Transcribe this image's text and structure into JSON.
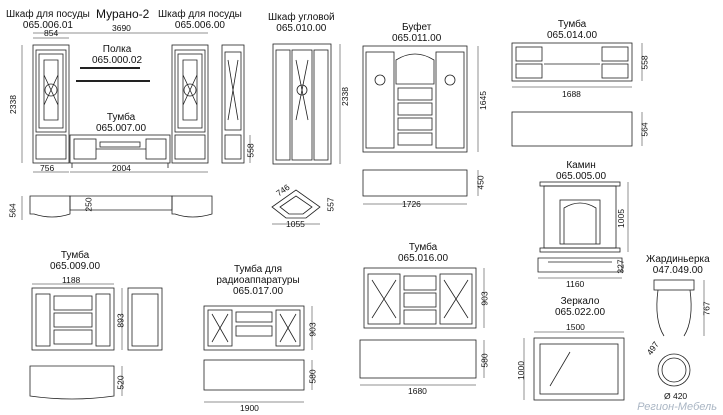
{
  "title": "Мурано-2",
  "items": {
    "shkaf_left": {
      "name": "Шкаф для посуды",
      "code": "065.006.01"
    },
    "shkaf_right": {
      "name": "Шкаф для посуды",
      "code": "065.006.00"
    },
    "polka": {
      "name": "Полка",
      "code": "065.000.02"
    },
    "tumba_tv": {
      "name": "Тумба",
      "code": "065.007.00"
    },
    "shkaf_ugl": {
      "name": "Шкаф угловой",
      "code": "065.010.00"
    },
    "bufet": {
      "name": "Буфет",
      "code": "065.011.00"
    },
    "tumba_014": {
      "name": "Тумба",
      "code": "065.014.00"
    },
    "kamin": {
      "name": "Камин",
      "code": "065.005.00"
    },
    "tumba_009": {
      "name": "Тумба",
      "code": "065.009.00"
    },
    "tumba_radio": {
      "name": "Тумба для радиоаппаратуры",
      "code": "065.017.00"
    },
    "tumba_016": {
      "name": "Тумба",
      "code": "065.016.00"
    },
    "zerkalo": {
      "name": "Зеркало",
      "code": "065.022.00"
    },
    "zhard": {
      "name": "Жардиньерка",
      "code": "047.049.00"
    }
  },
  "dims": {
    "d854": "854",
    "d3690": "3690",
    "d2338a": "2338",
    "d756": "756",
    "d2004": "2004",
    "d558a": "558",
    "d564a": "564",
    "d250": "250",
    "d2338b": "2338",
    "d746": "746",
    "d557": "557",
    "d1055": "1055",
    "d1645": "1645",
    "d450": "450",
    "d1726": "1726",
    "d558b": "558",
    "d1688": "1688",
    "d564b": "564",
    "d1005": "1005",
    "d327": "327",
    "d1160": "1160",
    "d1188": "1188",
    "d893": "893",
    "d520": "520",
    "d903a": "903",
    "d580a": "580",
    "d1900": "1900",
    "d903b": "903",
    "d580b": "580",
    "d1680": "1680",
    "d1500": "1500",
    "d1000": "1000",
    "d767": "767",
    "d497": "497",
    "d420": "Ø 420"
  },
  "watermark": "Регион-Мебель"
}
